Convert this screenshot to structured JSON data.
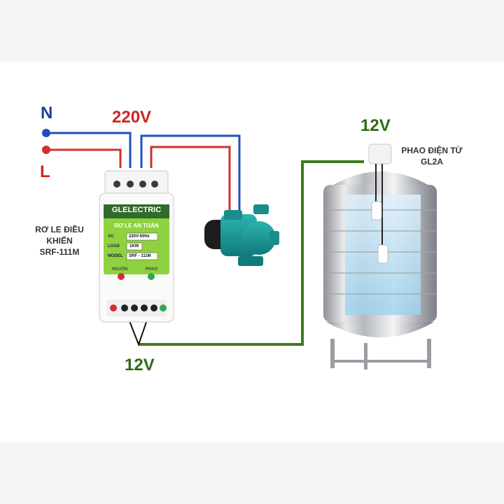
{
  "labels": {
    "n": "N",
    "l": "L",
    "v220": "220V",
    "v12_top": "12V",
    "v12_bottom": "12V",
    "float_line1": "PHAO ĐIỆN TỪ",
    "float_line2": "GL2A",
    "relay_line1": "RƠ LE ĐIỀU",
    "relay_line2": "KHIỂN",
    "relay_line3": "SRF-111M"
  },
  "relay": {
    "brand": "GLELECTRIC",
    "title": "RƠ LE AN TOÀN",
    "row1_key": "AC",
    "row1_val": "220V-50Hz",
    "row2_key": "LOAD",
    "row2_val": "1KW",
    "row3_key": "MODEL",
    "row3_val": "SRF - 111M",
    "led1": "NGUỒN",
    "led2": "PHAO"
  },
  "colors": {
    "red_wire": "#d32f2f",
    "blue_wire": "#1f4fbf",
    "green_wire": "#3a7d1b",
    "relay_face": "#8fd13f"
  }
}
